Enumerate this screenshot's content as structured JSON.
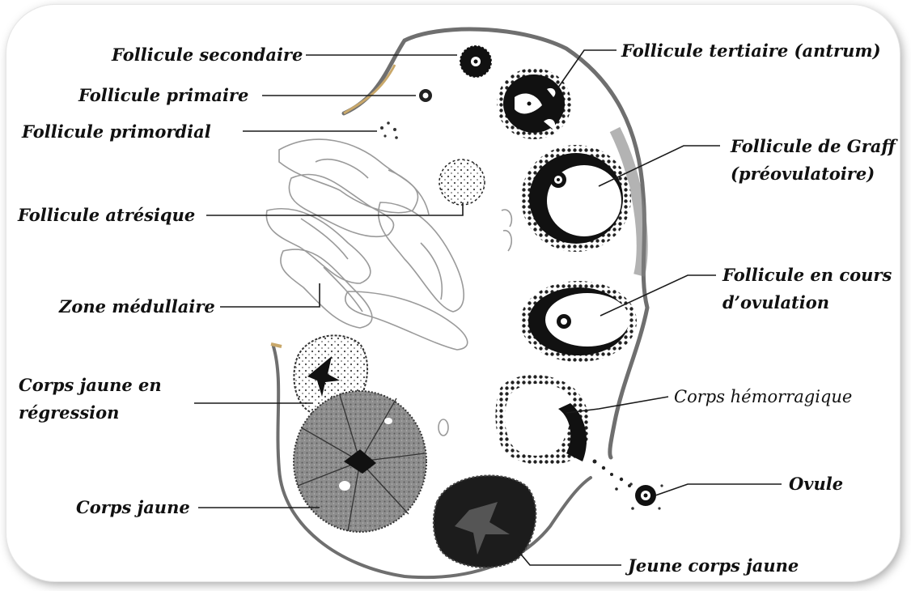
{
  "labels": {
    "follicule_secondaire": "Follicule secondaire",
    "follicule_primaire": "Follicule primaire",
    "follicule_primordial": "Follicule primordial",
    "follicule_atresique": "Follicule atrésique",
    "zone_medullaire": "Zone médullaire",
    "corps_jaune_regression_1": "Corps jaune en",
    "corps_jaune_regression_2": "régression",
    "corps_jaune": "Corps jaune",
    "follicule_tertiaire": "Follicule tertiaire (antrum)",
    "follicule_graff_1": "Follicule de Graff",
    "follicule_graff_2": "(préovulatoire)",
    "follicule_ovulation_1": "Follicule en cours",
    "follicule_ovulation_2": "d’ovulation",
    "corps_hemorragique": "Corps hémorragique",
    "ovule": "Ovule",
    "jeune_corps_jaune": "Jeune corps jaune"
  },
  "colors": {
    "ink": "#111111",
    "capsule": "#6f6f6f",
    "capsule_highlight": "#c9a86a",
    "corpus_luteum": "#8a8a8a",
    "young_corpus_luteum": "#1c1c1c"
  }
}
